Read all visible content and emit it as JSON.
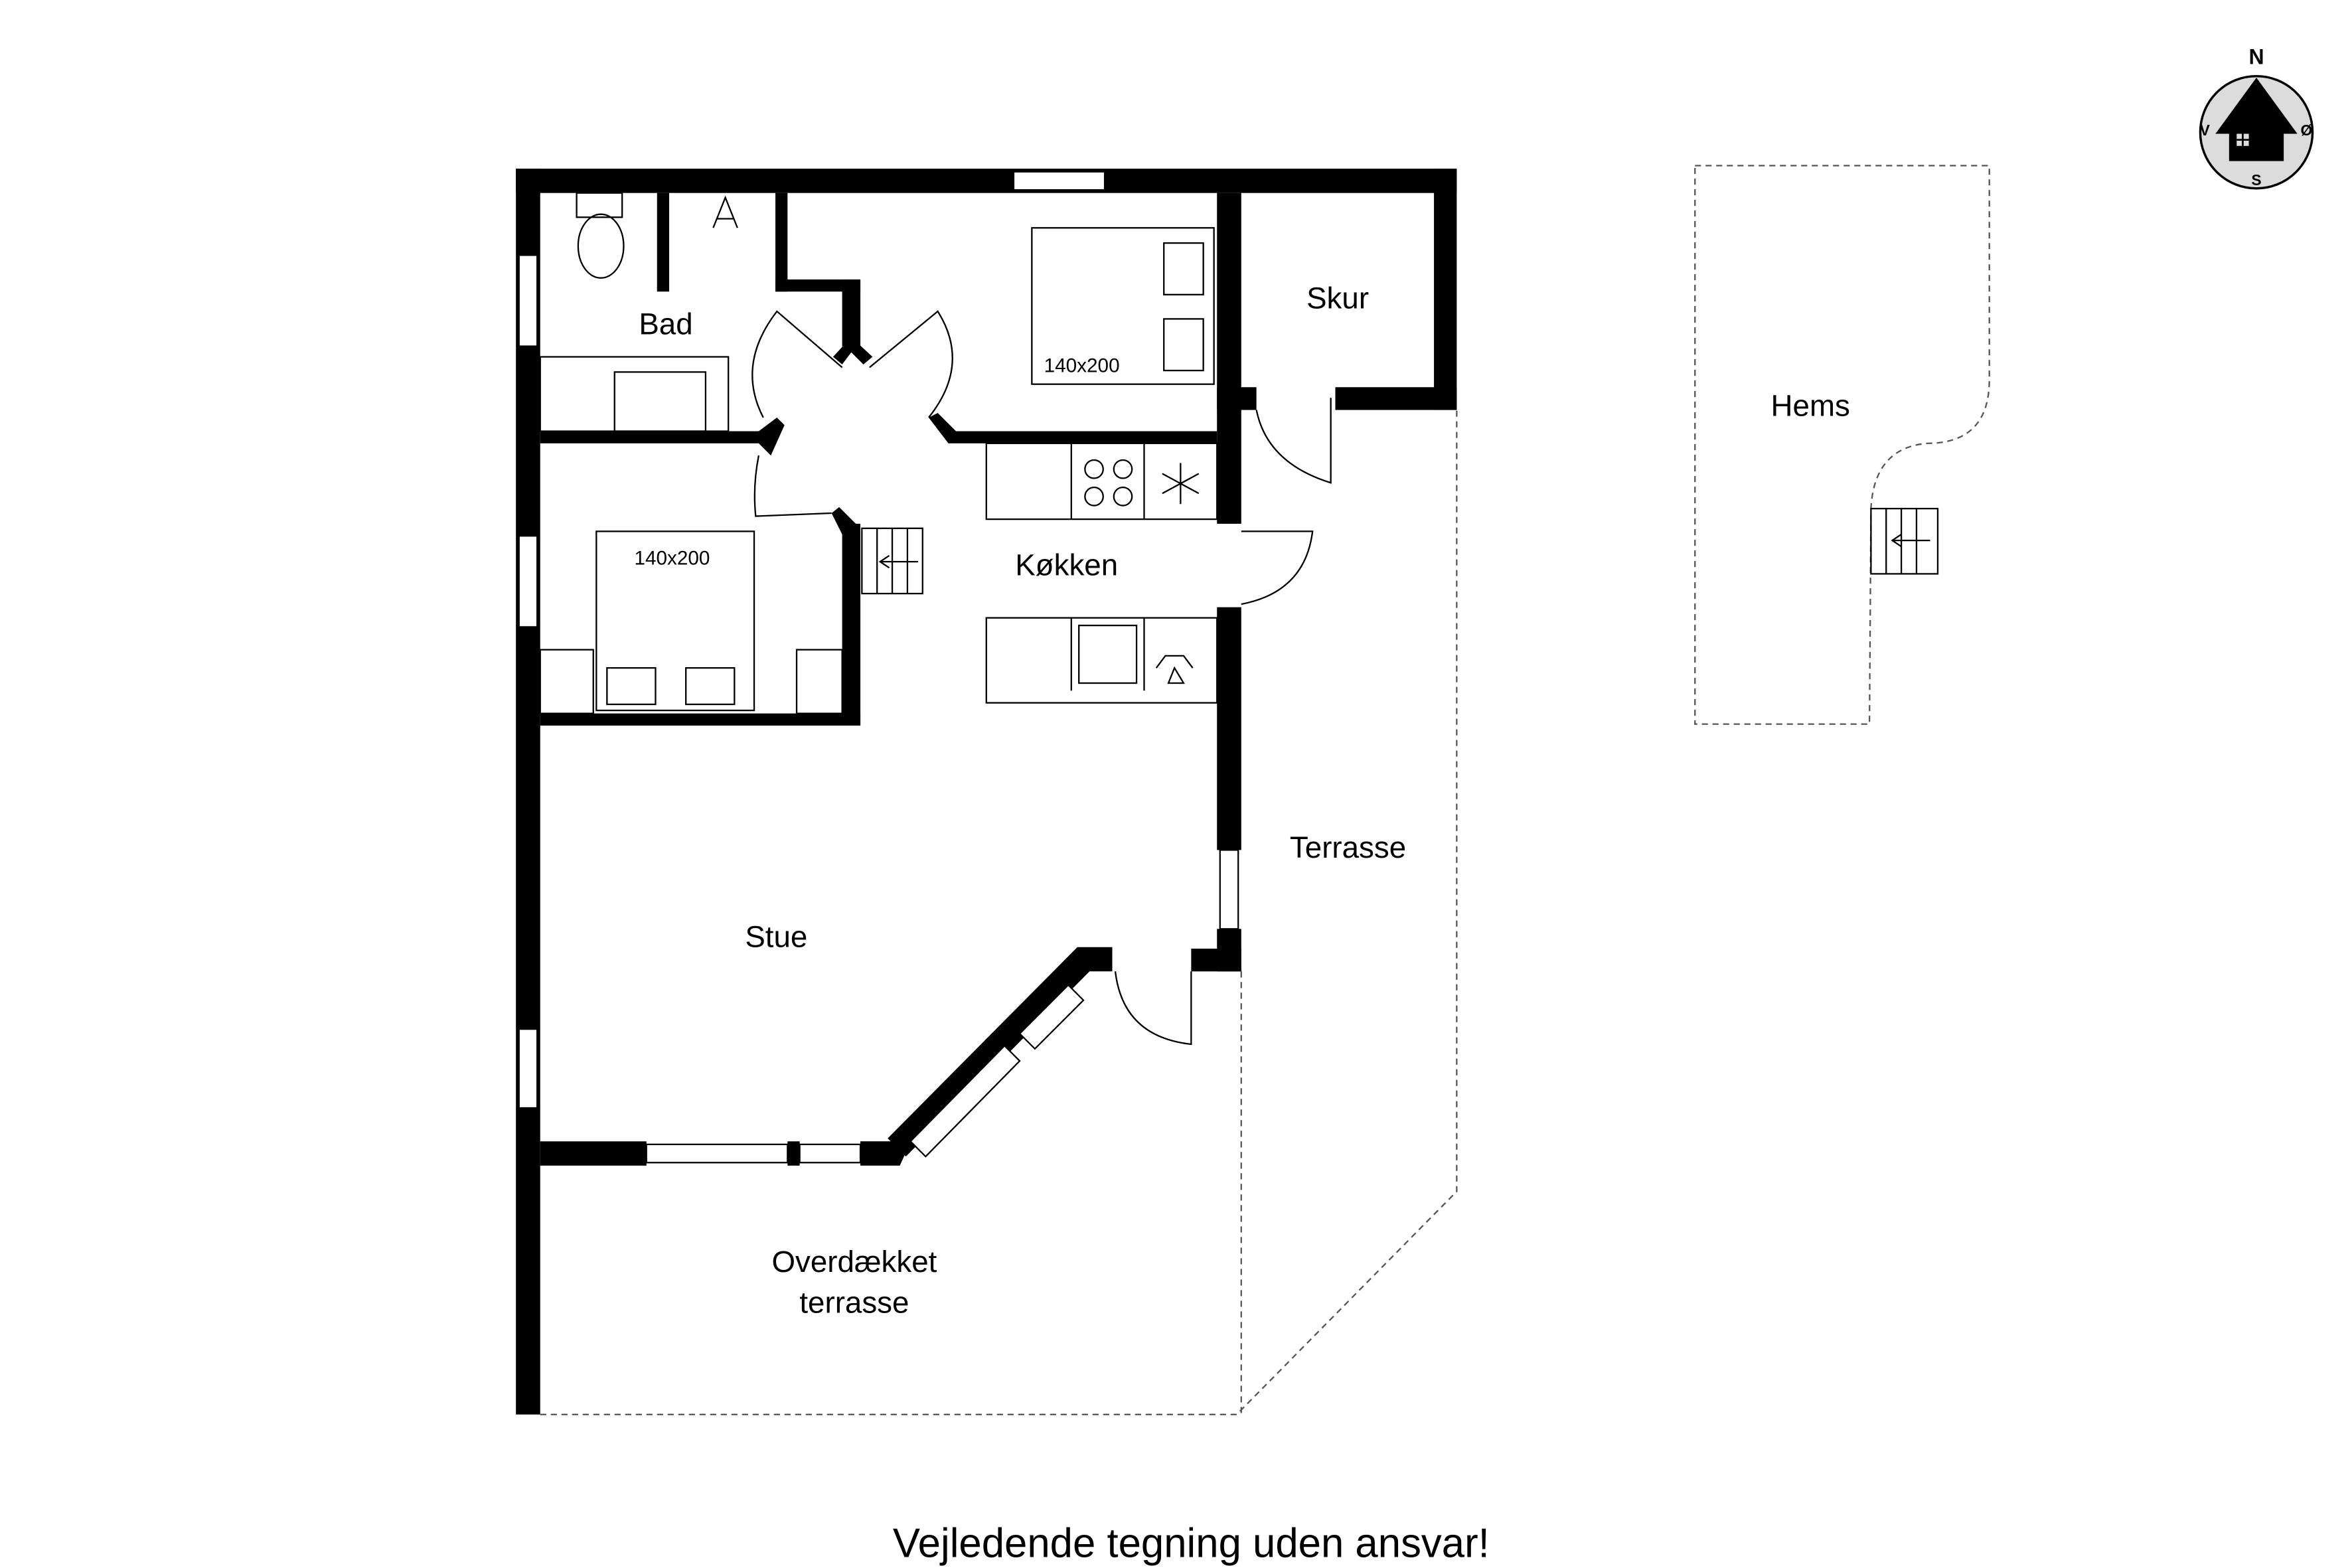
{
  "rooms": {
    "bad": "Bad",
    "skur": "Skur",
    "kokken": "Køkken",
    "stue": "Stue",
    "terrasse": "Terrasse",
    "overdaekket_line1": "Overdækket",
    "overdaekket_line2": "terrasse",
    "hems": "Hems"
  },
  "beds": {
    "bed1": "140x200",
    "bed2": "140x200"
  },
  "compass": {
    "n": "N",
    "s": "S",
    "e": "Ø",
    "w": "V"
  },
  "disclaimer": "Vejledende tegning uden ansvar!",
  "colors": {
    "wall": "#000000",
    "compass_bg": "#dcdcdc"
  }
}
